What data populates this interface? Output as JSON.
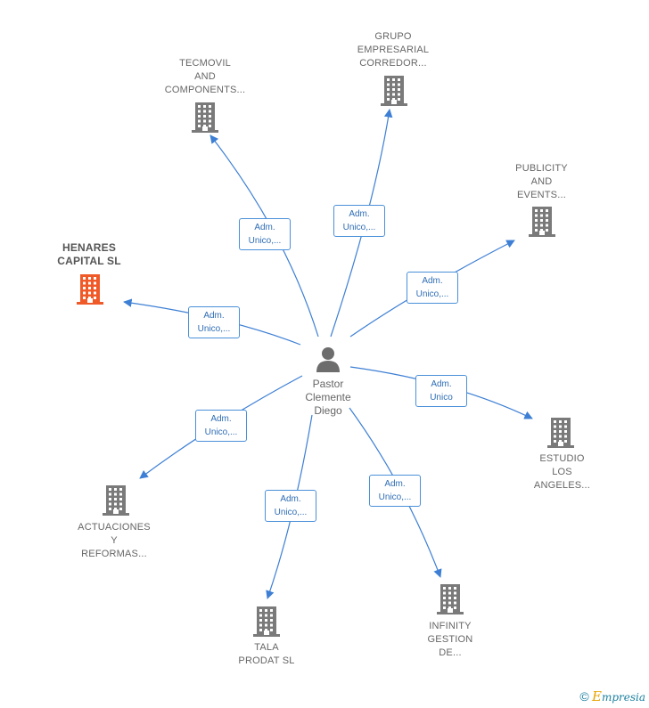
{
  "center": {
    "name_lines": [
      "Pastor",
      "Clemente",
      "Diego"
    ],
    "icon": "person-icon"
  },
  "nodes": [
    {
      "id": "tecmovil",
      "lines": [
        "TECMOVIL",
        "AND",
        "COMPONENTS..."
      ],
      "highlight": false,
      "edge": [
        "Adm.",
        "Unico,..."
      ]
    },
    {
      "id": "grupo",
      "lines": [
        "GRUPO",
        "EMPRESARIAL",
        "CORREDOR..."
      ],
      "highlight": false,
      "edge": [
        "Adm.",
        "Unico,..."
      ]
    },
    {
      "id": "publicity",
      "lines": [
        "PUBLICITY",
        "AND",
        "EVENTS..."
      ],
      "highlight": false,
      "edge": [
        "Adm.",
        "Unico,..."
      ]
    },
    {
      "id": "henares",
      "lines": [
        "HENARES",
        "CAPITAL  SL"
      ],
      "highlight": true,
      "edge": [
        "Adm.",
        "Unico,..."
      ]
    },
    {
      "id": "estudio",
      "lines": [
        "ESTUDIO",
        "LOS",
        "ANGELES..."
      ],
      "highlight": false,
      "edge": [
        "Adm.",
        "Unico"
      ]
    },
    {
      "id": "actuaciones",
      "lines": [
        "ACTUACIONES",
        "Y",
        "REFORMAS..."
      ],
      "highlight": false,
      "edge": [
        "Adm.",
        "Unico,..."
      ]
    },
    {
      "id": "tala",
      "lines": [
        "TALA",
        "PRODAT SL"
      ],
      "highlight": false,
      "edge": [
        "Adm.",
        "Unico,..."
      ]
    },
    {
      "id": "infinity",
      "lines": [
        "INFINITY",
        "GESTION",
        "DE..."
      ],
      "highlight": false,
      "edge": [
        "Adm.",
        "Unico,..."
      ]
    }
  ],
  "colors": {
    "edge": "#3d7fd4",
    "building": "#7a7a7a",
    "building_highlight": "#f05a28",
    "person": "#6d6d6d"
  },
  "footer": {
    "copyright": "©",
    "brand_initial": "E",
    "brand_rest": "mpresia"
  }
}
